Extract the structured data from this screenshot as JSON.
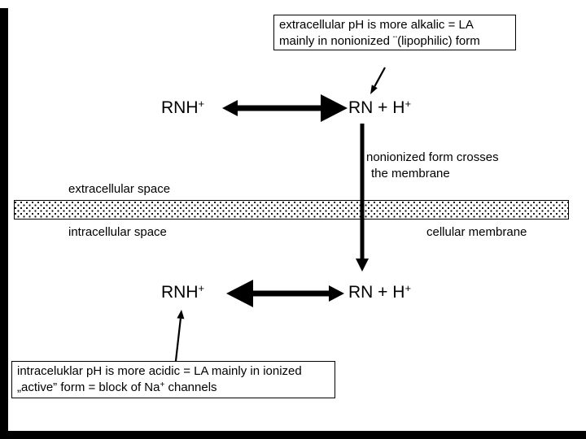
{
  "colors": {
    "ink": "#000000",
    "paper": "#ffffff"
  },
  "top_note": {
    "line1": "extracellular pH is more alkalic = LA",
    "line2": "mainly in nonionized ¨(lipophilic) form"
  },
  "reactions": {
    "extracellular": {
      "left_base": "RNH",
      "left_sup": "+",
      "right_base": "RN + H",
      "right_sup": "+"
    },
    "intracellular": {
      "left_base": "RNH",
      "left_sup": "+",
      "right_base": "RN + H",
      "right_sup": "+"
    }
  },
  "labels": {
    "crossing_line1": "nonionized form crosses",
    "crossing_line2": "the membrane",
    "extracellular_space": "extracellular space",
    "intracellular_space": "intracellular space",
    "cellular_membrane": "cellular membrane"
  },
  "bottom_note": {
    "line1": "intraceluklar pH is more acidic = LA mainly in ionized",
    "line2_pre": "„active” form = block of Na",
    "line2_sup": "+",
    "line2_post": " channels"
  }
}
